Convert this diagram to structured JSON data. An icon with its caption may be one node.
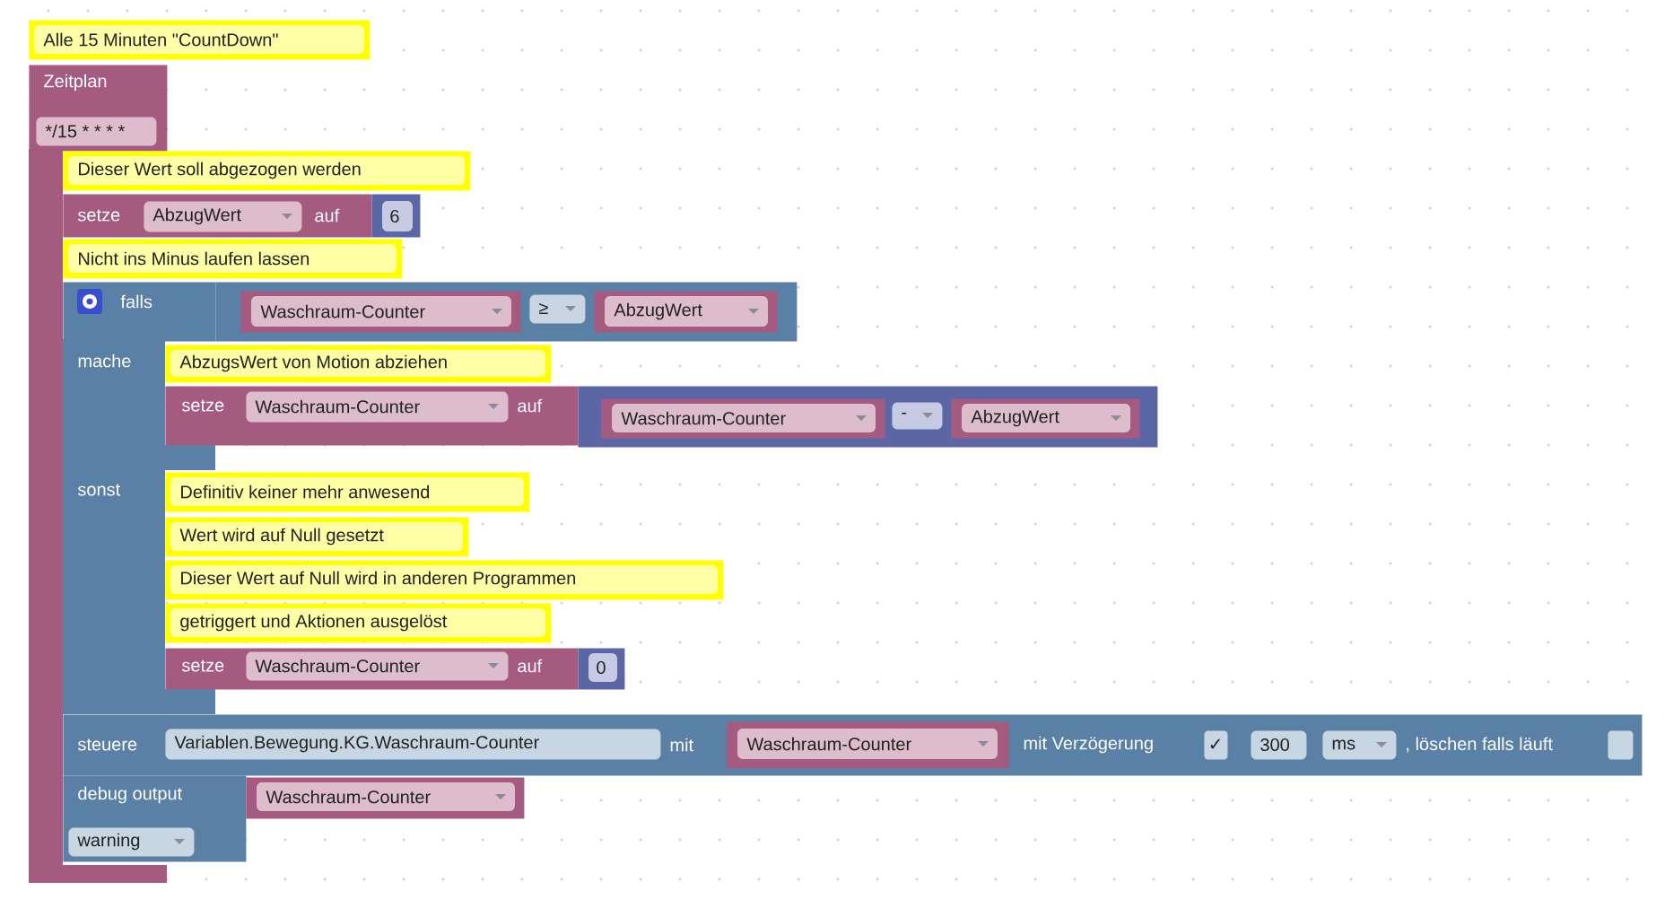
{
  "diagram": {
    "nodes": [
      {
        "text": [
          "Alle 15 Minuten \"CountDown\""
        ]
      },
      {
        "text": [
          "Zeitplan"
        ]
      },
      {
        "text": [
          "*/15 * * * *"
        ],
        "in": 1
      },
      {
        "text": [
          "Dieser Wert soll abgezogen werden"
        ]
      },
      {
        "text": [
          "setze",
          "auf"
        ]
      },
      {
        "text": [
          "AbzugWert"
        ],
        "in": 4
      },
      {
        "text": [
          "6"
        ]
      },
      {
        "text": [
          "Nicht ins Minus laufen lassen"
        ]
      },
      {
        "text": [
          "falls",
          "mache",
          "sonst"
        ]
      },
      {
        "text": [],
        "shape": "box"
      },
      {
        "text": [
          "Waschraum-Counter"
        ],
        "in": 9
      },
      {
        "text": [
          "≥"
        ],
        "in": 9
      },
      {
        "text": [
          "AbzugWert"
        ],
        "in": 9
      },
      {
        "text": [
          "AbzugsWert von Motion abziehen"
        ]
      },
      {
        "text": [
          "setze",
          "auf"
        ]
      },
      {
        "text": [
          "Waschraum-Counter"
        ],
        "in": 14
      },
      {
        "text": [],
        "shape": "box"
      },
      {
        "text": [
          "Waschraum-Counter"
        ],
        "in": 16
      },
      {
        "text": [
          "-"
        ],
        "in": 16
      },
      {
        "text": [
          "AbzugWert"
        ],
        "in": 16
      },
      {
        "text": [
          "Definitiv keiner mehr anwesend"
        ]
      },
      {
        "text": [
          "Wert wird auf Null gesetzt"
        ]
      },
      {
        "text": [
          "Dieser Wert auf Null wird in anderen Programmen"
        ]
      },
      {
        "text": [
          "getriggert und Aktionen ausgelöst"
        ]
      },
      {
        "text": [
          "setze",
          "auf"
        ]
      },
      {
        "text": [
          "Waschraum-Counter"
        ],
        "in": 24
      },
      {
        "text": [
          "0"
        ]
      },
      {
        "text": [
          "steuere",
          "mit",
          "mit Verzögerung",
          ", löschen falls läuft"
        ]
      },
      {
        "text": [
          "Variablen.Bewegung.KG.Waschraum-Counter"
        ],
        "in": 27
      },
      {
        "text": [
          "Waschraum-Counter"
        ],
        "in": 27
      },
      {
        "text": [
          "✓"
        ],
        "in": 27
      },
      {
        "text": [
          "300"
        ],
        "in": 27
      },
      {
        "text": [
          "ms"
        ],
        "in": 27
      },
      {
        "text": [],
        "shape": "box",
        "in": 27
      },
      {
        "text": [
          "debug output"
        ]
      },
      {
        "text": [
          "Waschraum-Counter"
        ]
      },
      {
        "text": [
          "warning"
        ],
        "in": 34
      }
    ]
  }
}
